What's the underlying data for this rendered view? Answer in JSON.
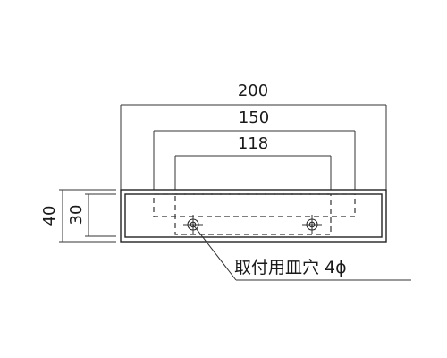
{
  "dimensions": {
    "overall_width": "200",
    "middle_width": "150",
    "inner_width": "118",
    "overall_height": "40",
    "inner_height": "30"
  },
  "annotation": {
    "label": "取付用皿穴 4ϕ"
  }
}
